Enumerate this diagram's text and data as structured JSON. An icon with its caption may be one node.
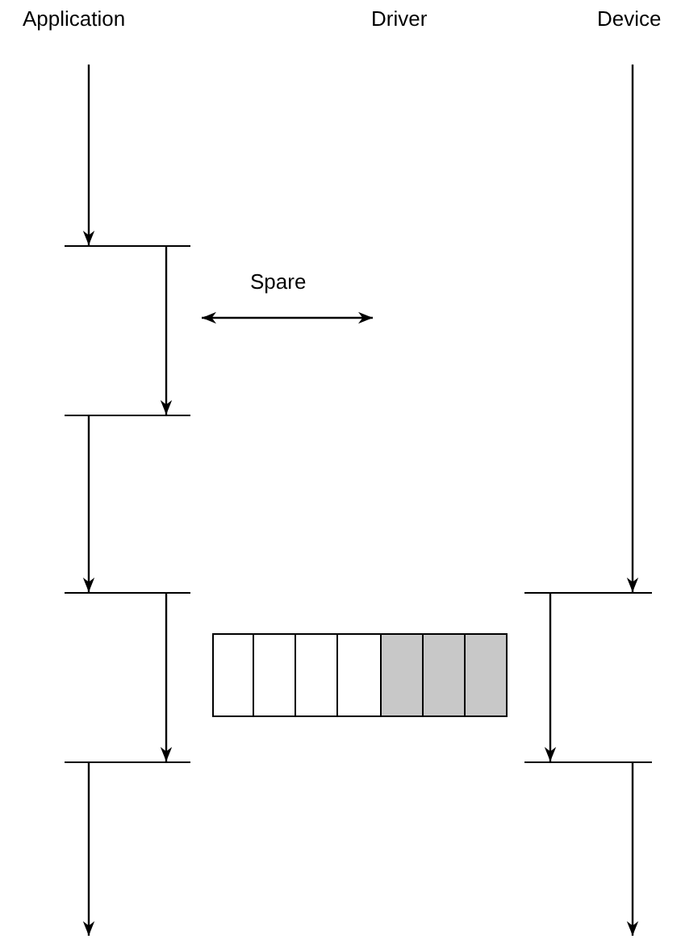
{
  "diagram": {
    "nodes": [
      {
        "text": [],
        "shape": "bar"
      },
      {
        "text": [],
        "shape": "bar"
      },
      {
        "text": [],
        "shape": "bar"
      },
      {
        "text": [],
        "shape": "bar"
      },
      {
        "text": [],
        "shape": "bar"
      },
      {
        "text": [],
        "shape": "bar"
      }
    ],
    "edges": [
      {
        "from": null,
        "to": 0,
        "arrow": "to"
      },
      {
        "from": 0,
        "to": 1,
        "arrow": "to"
      },
      {
        "from": 1,
        "to": 2,
        "arrow": "to"
      },
      {
        "from": 2,
        "to": 3,
        "arrow": "to"
      },
      {
        "from": 3,
        "to": null,
        "arrow": "to"
      },
      {
        "from": null,
        "to": 4,
        "arrow": "to"
      },
      {
        "from": 4,
        "to": 5,
        "arrow": "to"
      },
      {
        "from": 5,
        "to": null,
        "arrow": "to"
      }
    ],
    "labels": [
      "Application",
      "Driver",
      "Device",
      "Spare"
    ]
  }
}
